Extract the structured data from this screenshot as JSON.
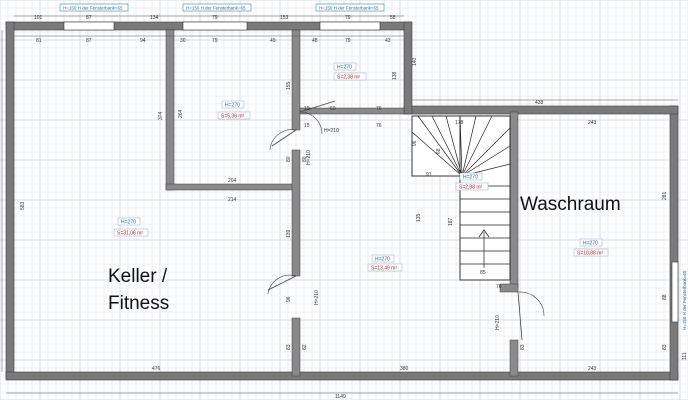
{
  "rooms": {
    "keller": {
      "name_line1": "Keller /",
      "name_line2": "Fitness",
      "height": "H=270",
      "area": "S=31,06 m²"
    },
    "room_small_left": {
      "height": "H=270",
      "area": "S=5,36 m²"
    },
    "room_small_right": {
      "height": "H=270",
      "area": "S=2,38 m²"
    },
    "stair": {
      "height": "H=270",
      "area": "S=2,88 m²"
    },
    "corridor": {
      "height": "H=270",
      "area": "S=13,49 m²"
    },
    "waschraum": {
      "name": "Waschraum",
      "height": "H=270",
      "area": "S=10,88 m²"
    }
  },
  "windows": {
    "w1": "H=150  H der Fensterbank=65",
    "w2": "H=150  H der Fensterbank=65",
    "w3": "H=150  H der Fensterbank=65",
    "w4": "H=150  H der Fensterbank=65"
  },
  "dimensions": {
    "top_outer": [
      "101",
      "87",
      "134",
      "79",
      "153",
      "79",
      "58"
    ],
    "top_inner": [
      "81",
      "87",
      "94",
      "30",
      "79",
      "49",
      "48",
      "79",
      "43"
    ],
    "total_bottom": "1149",
    "bottom": [
      "476",
      "380",
      "243"
    ],
    "right_top": "438",
    "waschraum_top": "243",
    "left_height": "583",
    "keller_inner": "374",
    "misc": [
      "264",
      "204",
      "214",
      "155",
      "138",
      "140",
      "76",
      "19",
      "60",
      "76",
      "15",
      "96",
      "91",
      "178",
      "68",
      "187",
      "85",
      "139",
      "96",
      "83",
      "82",
      "80",
      "80",
      "281",
      "88",
      "83",
      "83",
      "76",
      "111",
      "135"
    ],
    "door_labels": [
      "H=210",
      "H=210",
      "H=210",
      "H=210"
    ]
  }
}
